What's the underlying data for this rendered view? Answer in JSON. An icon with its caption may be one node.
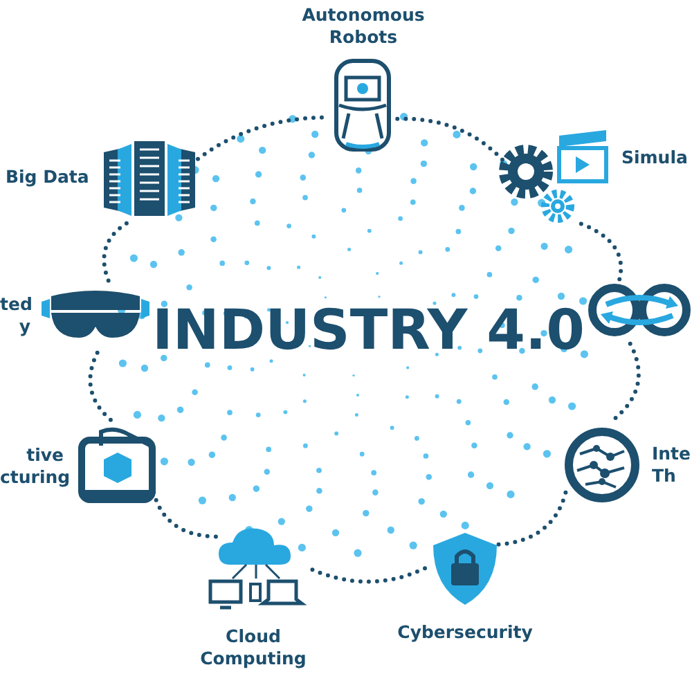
{
  "diagram": {
    "nodes": [
      {
        "text": [
          "Autonomous Robots"
        ]
      },
      {
        "text": [
          "Simula"
        ]
      },
      {
        "text": [],
        "shape": "picture"
      },
      {
        "text": [
          "Inte Th"
        ]
      },
      {
        "text": [
          "Cybersecurity"
        ]
      },
      {
        "text": [
          "Cloud Computing"
        ]
      },
      {
        "text": [
          "tive cturing"
        ]
      },
      {
        "text": [
          "ted y"
        ]
      },
      {
        "text": [
          "Big Data"
        ]
      },
      {
        "text": [
          "INDUSTRY 4.0"
        ]
      }
    ],
    "edges": [
      {
        "from": 0,
        "to": 1,
        "arrow": "none"
      },
      {
        "from": 1,
        "to": 2,
        "arrow": "none"
      },
      {
        "from": 2,
        "to": 3,
        "arrow": "none"
      },
      {
        "from": 3,
        "to": 4,
        "arrow": "none"
      },
      {
        "from": 4,
        "to": 5,
        "arrow": "none"
      },
      {
        "from": 5,
        "to": 6,
        "arrow": "none"
      },
      {
        "from": 6,
        "to": 7,
        "arrow": "none"
      },
      {
        "from": 7,
        "to": 8,
        "arrow": "none"
      },
      {
        "from": 8,
        "to": 0,
        "arrow": "none"
      }
    ]
  }
}
